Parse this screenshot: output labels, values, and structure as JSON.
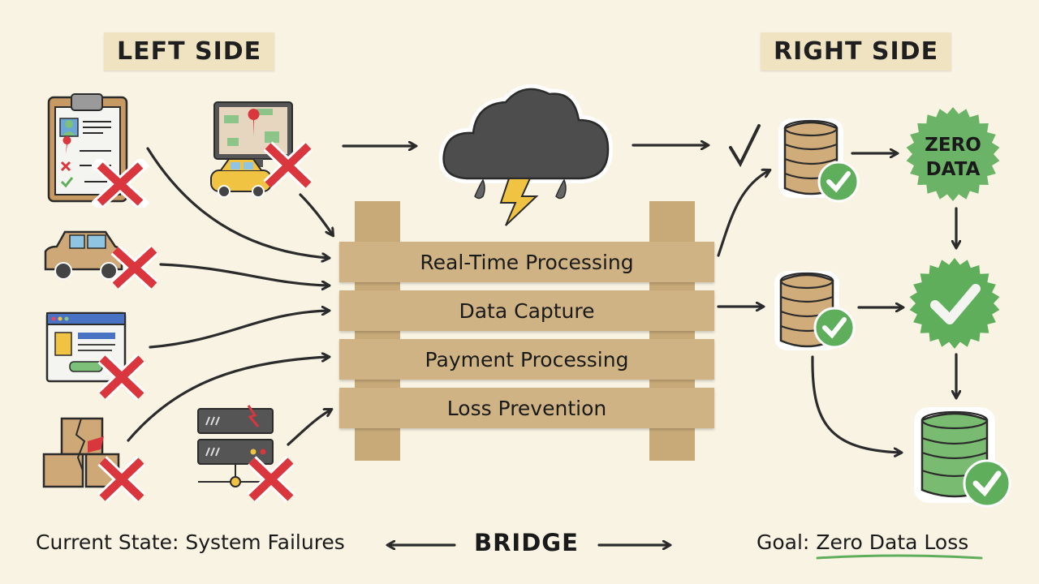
{
  "headers": {
    "left": "LEFT SIDE",
    "right": "RIGHT SIDE"
  },
  "left_side": {
    "icons": [
      {
        "name": "clipboard-form",
        "status": "failed"
      },
      {
        "name": "map-taxi-monitor",
        "status": "failed"
      },
      {
        "name": "car",
        "status": "failed"
      },
      {
        "name": "web-form",
        "status": "failed"
      },
      {
        "name": "broken-boxes",
        "status": "failed"
      },
      {
        "name": "server-rack",
        "status": "failed"
      }
    ]
  },
  "center": {
    "storm": "storm-cloud",
    "planks": [
      "Real-Time Processing",
      "Data Capture",
      "Payment Processing",
      "Loss Prevention"
    ]
  },
  "right_side": {
    "badge_text": [
      "ZERO",
      "DATA"
    ],
    "nodes": [
      {
        "name": "database-top",
        "status": "ok"
      },
      {
        "name": "zero-data-badge"
      },
      {
        "name": "database-middle",
        "status": "ok"
      },
      {
        "name": "check-badge"
      },
      {
        "name": "database-green",
        "status": "ok"
      }
    ]
  },
  "footer": {
    "current_state": "Current State: System Failures",
    "bridge": "BRIDGE",
    "goal_prefix": "Goal: ",
    "goal_highlight": "Zero Data Loss"
  },
  "colors": {
    "background": "#f9f3e3",
    "kraft": "#cfb384",
    "fail_red": "#d9363e",
    "ok_green": "#5fae5c",
    "ink": "#2b2b2b"
  }
}
